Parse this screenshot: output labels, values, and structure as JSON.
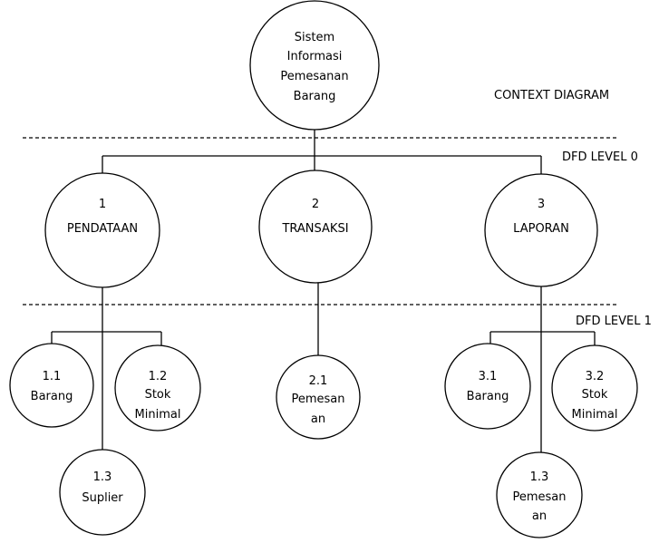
{
  "sections": {
    "context": "CONTEXT DIAGRAM",
    "level0": "DFD LEVEL 0",
    "level1": "DFD LEVEL 1"
  },
  "nodes": {
    "root": [
      "Sistem",
      "Informasi",
      "Pemesanan",
      "Barang"
    ],
    "p1": [
      "1",
      "PENDATAAN"
    ],
    "p2": [
      "2",
      "TRANSAKSI"
    ],
    "p3": [
      "3",
      "LAPORAN"
    ],
    "p11": [
      "1.1",
      "Barang"
    ],
    "p12": [
      "1.2",
      "Stok",
      "Minimal"
    ],
    "p13": [
      "1.3",
      "Suplier"
    ],
    "p21": [
      "2.1",
      "Pemesan",
      "an"
    ],
    "p31": [
      "3.1",
      "Barang"
    ],
    "p32": [
      "3.2",
      "Stok",
      "Minimal"
    ],
    "p33": [
      "1.3",
      "Pemesan",
      "an"
    ]
  }
}
